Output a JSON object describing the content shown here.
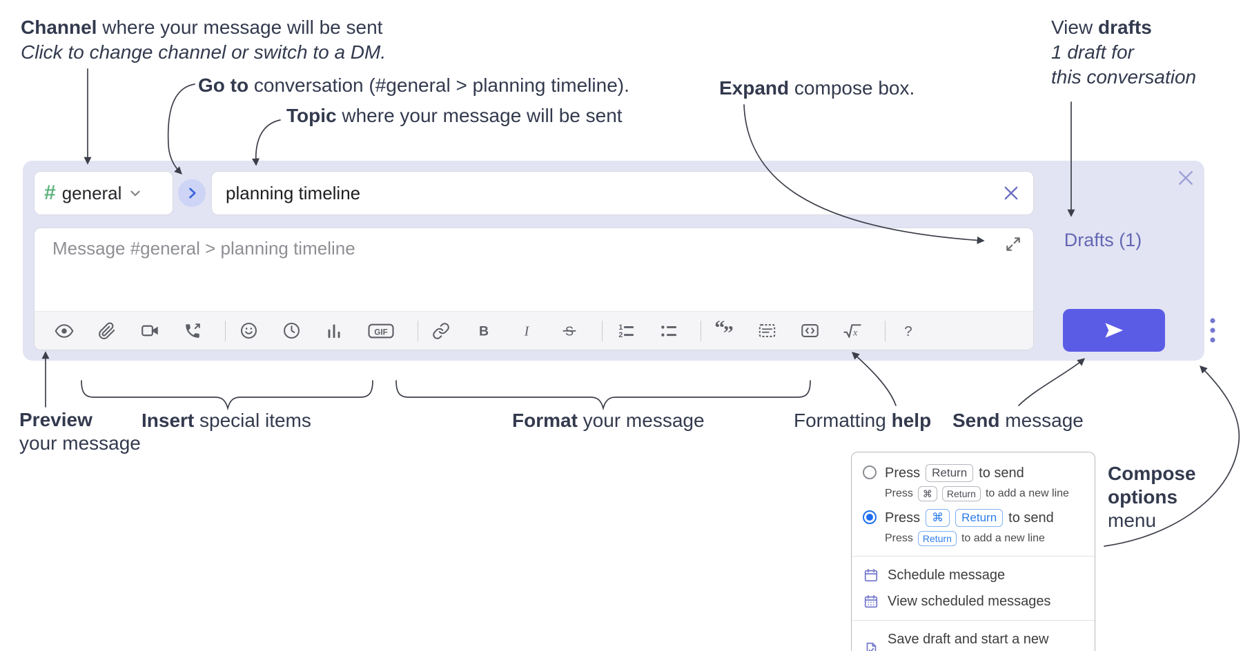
{
  "colors": {
    "composer_bg": "#e2e4f3",
    "send_button": "#5b5ce6",
    "drafts_link": "#6467b4",
    "channel_hash_green": "#5eb37e",
    "goto_circle_bg": "#cdd4f6",
    "goto_chevron_blue": "#3c63dd",
    "selected_option_blue": "#1f6ff0",
    "keycap_blue": "#2b7ce9",
    "toolbar_icon_gray": "#5d5f66",
    "annotation_text": "#333a4e"
  },
  "annotations": {
    "channel_bold": "Channel",
    "channel_rest": " where your message will be sent",
    "channel_line2": "Click to change channel or switch to a DM.",
    "goto_bold": "Go to",
    "goto_rest": " conversation (#general > planning timeline).",
    "topic_bold": "Topic",
    "topic_rest": " where your message will be sent",
    "expand_bold": "Expand",
    "expand_rest": " compose box.",
    "drafts_pre": "View ",
    "drafts_bold": "drafts",
    "drafts_line2": "1 draft for",
    "drafts_line3": "this conversation",
    "preview_bold": "Preview",
    "preview_line2": "your message",
    "insert_bold": "Insert",
    "insert_rest": " special items",
    "format_bold": "Format",
    "format_rest": " your message",
    "help_pre": "Formatting ",
    "help_bold": "help",
    "send_bold": "Send",
    "send_rest": " message",
    "compose_line1": "Compose",
    "compose_line2": "options",
    "compose_line3": "menu"
  },
  "composer": {
    "channel_hash": "#",
    "channel_name": "general",
    "topic_value": "planning timeline",
    "message_placeholder": "Message #general > planning timeline",
    "drafts_label": "Drafts (1)",
    "gif_label": "GIF",
    "bold_glyph": "B",
    "italic_glyph": "I",
    "strike_glyph": "S",
    "math_glyph": "x",
    "help_glyph": "?",
    "toolbar_icon_names": [
      "preview",
      "attach-file",
      "start-video-call",
      "start-voice-call",
      "emoji",
      "global-time",
      "poll",
      "gif",
      "link",
      "bold",
      "italic",
      "strikethrough",
      "numbered-list",
      "bulleted-list",
      "quote",
      "spoiler",
      "code",
      "math",
      "help"
    ]
  },
  "options_menu": {
    "option_return": {
      "selected": false,
      "press": "Press",
      "key_return": "Return",
      "suffix": "to send",
      "sub_press": "Press",
      "sub_key_cmd": "⌘",
      "sub_key_return": "Return",
      "sub_suffix": "to add a new line"
    },
    "option_cmd_return": {
      "selected": true,
      "press": "Press",
      "key_cmd": "⌘",
      "key_return": "Return",
      "suffix": "to send",
      "sub_press": "Press",
      "sub_key_return": "Return",
      "sub_suffix": "to add a new line"
    },
    "items": [
      {
        "icon": "schedule-calendar-icon",
        "label": "Schedule message"
      },
      {
        "icon": "view-scheduled-calendar-icon",
        "label": "View scheduled messages"
      },
      {
        "icon": "save-draft-icon",
        "label": "Save draft and start a new message"
      }
    ]
  }
}
